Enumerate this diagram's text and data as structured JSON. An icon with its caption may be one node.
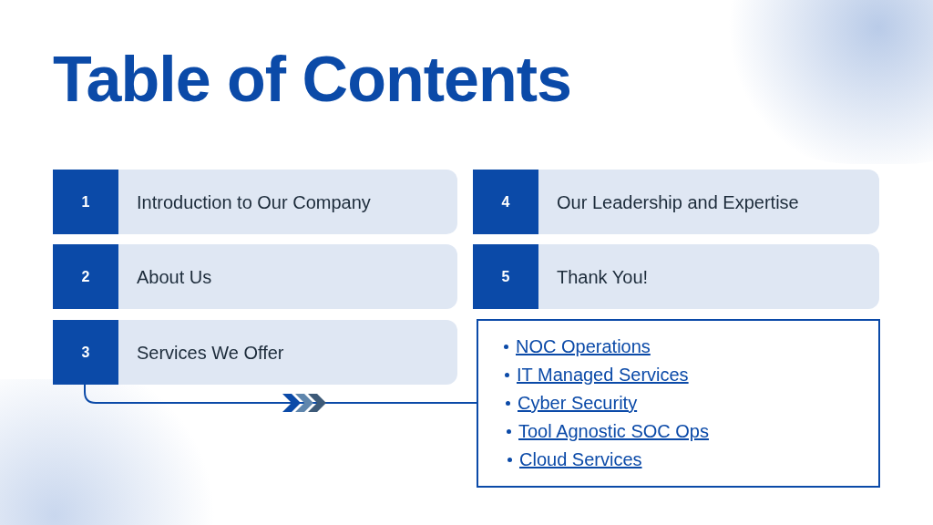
{
  "diagram": {
    "title": "Table of Contents",
    "nodes": [
      {
        "text": [
          "1",
          "Introduction to Our Company"
        ]
      },
      {
        "text": [
          "2",
          "About Us"
        ]
      },
      {
        "text": [
          "3",
          "Services We Offer"
        ]
      },
      {
        "text": [
          "4",
          "Our Leadership and Expertise"
        ]
      },
      {
        "text": [
          "5",
          "Thank You!"
        ]
      },
      {
        "text": [
          "NOC Operations",
          "IT Managed Services",
          "Cyber Security",
          "Tool Agnostic SOC Ops",
          "Cloud Services"
        ]
      }
    ],
    "edges": [
      {
        "from": 2,
        "to": 5,
        "arrow": "to"
      }
    ]
  }
}
